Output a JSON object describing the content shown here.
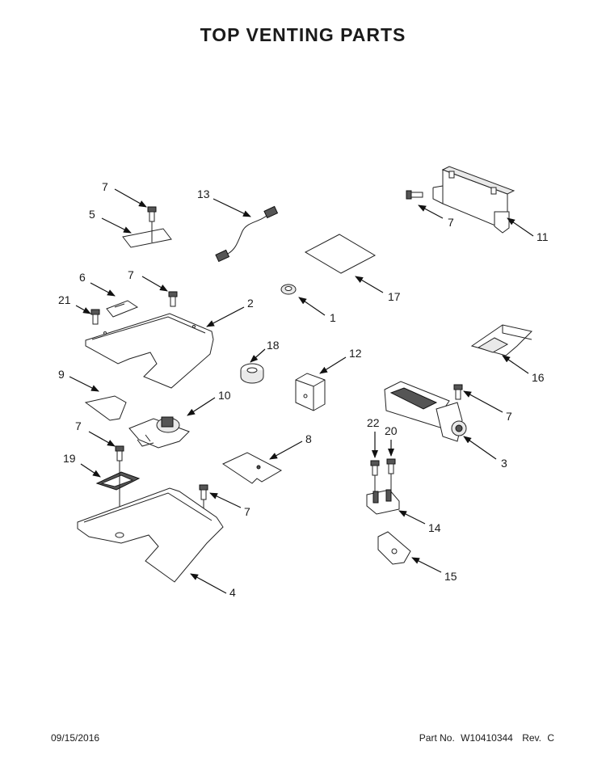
{
  "title": "TOP VENTING PARTS",
  "footer": {
    "date": "09/15/2016",
    "part_no_label": "Part No.",
    "part_no": "W10410344",
    "rev_label": "Rev.",
    "rev": "C"
  },
  "callouts": [
    "1",
    "2",
    "3",
    "4",
    "5",
    "6",
    "7",
    "8",
    "9",
    "10",
    "11",
    "12",
    "13",
    "14",
    "15",
    "16",
    "17",
    "18",
    "19",
    "20",
    "21",
    "22"
  ]
}
